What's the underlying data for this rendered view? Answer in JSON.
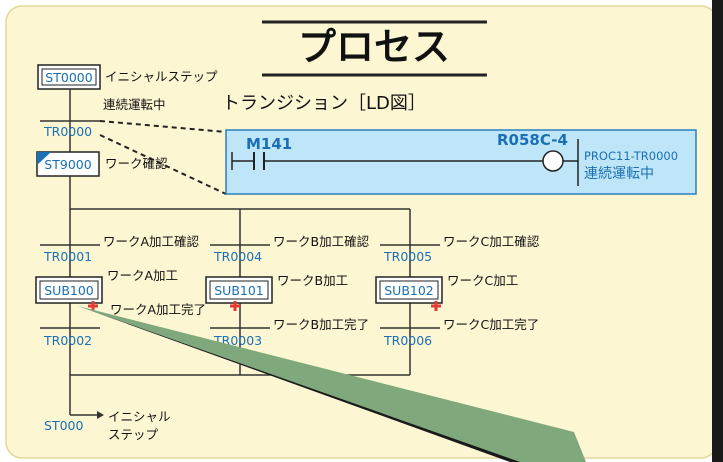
{
  "title": "プロセス",
  "colors": {
    "panel_bg": "#fdf6d3",
    "link_blue": "#1a6fb5",
    "ld_panel_bg": "#bfe6f8",
    "ld_panel_border": "#2a7fbf",
    "accent_red": "#e53935"
  },
  "initial_step": {
    "id": "ST0000",
    "label": "イニシャルステップ"
  },
  "run_label": "連続運転中",
  "transition_main": "TR0000",
  "transition_view": {
    "heading": "トランジション［LD図］",
    "contact": "M141",
    "coil": "R058C-4",
    "ref_line1": "PROC11-TR0000",
    "ref_line2": "連続運転中"
  },
  "check_step": {
    "id": "ST9000",
    "label": "ワーク確認"
  },
  "branches": [
    {
      "start_tr": "TR0001",
      "start_label": "ワークA加工確認",
      "sub": "SUB100",
      "sub_label": "ワークA加工",
      "end_label": "ワークA加工完了",
      "end_tr": "TR0002"
    },
    {
      "start_tr": "TR0004",
      "start_label": "ワークB加工確認",
      "sub": "SUB101",
      "sub_label": "ワークB加工",
      "end_label": "ワークB加工完了",
      "end_tr": "TR0003"
    },
    {
      "start_tr": "TR0005",
      "start_label": "ワークC加工確認",
      "sub": "SUB102",
      "sub_label": "ワークC加工",
      "end_label": "ワークC加工完了",
      "end_tr": "TR0006"
    }
  ],
  "return_step": {
    "id": "ST000",
    "label_line1": "イニシャル",
    "label_line2": "ステップ"
  }
}
